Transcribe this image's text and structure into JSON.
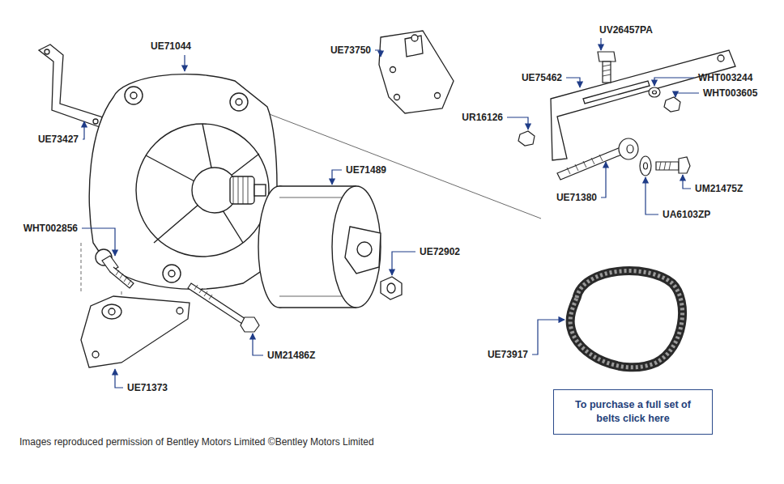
{
  "diagram": {
    "nodes": [
      {
        "text": [
          "To purchase a full set of belts click here"
        ]
      }
    ],
    "labels": [
      "UE71044",
      "UE73427",
      "UE73750",
      "UV26457PA",
      "UE75462",
      "WHT003244",
      "WHT003605",
      "UR16126",
      "UE71489",
      "UM21475Z",
      "UE71380",
      "UA6103ZP",
      "WHT002856",
      "UE72902",
      "UM21486Z",
      "UE71373",
      "UE73917",
      "Images reproduced permission of Bentley Motors Limited ©Bentley Motors Limited"
    ]
  }
}
